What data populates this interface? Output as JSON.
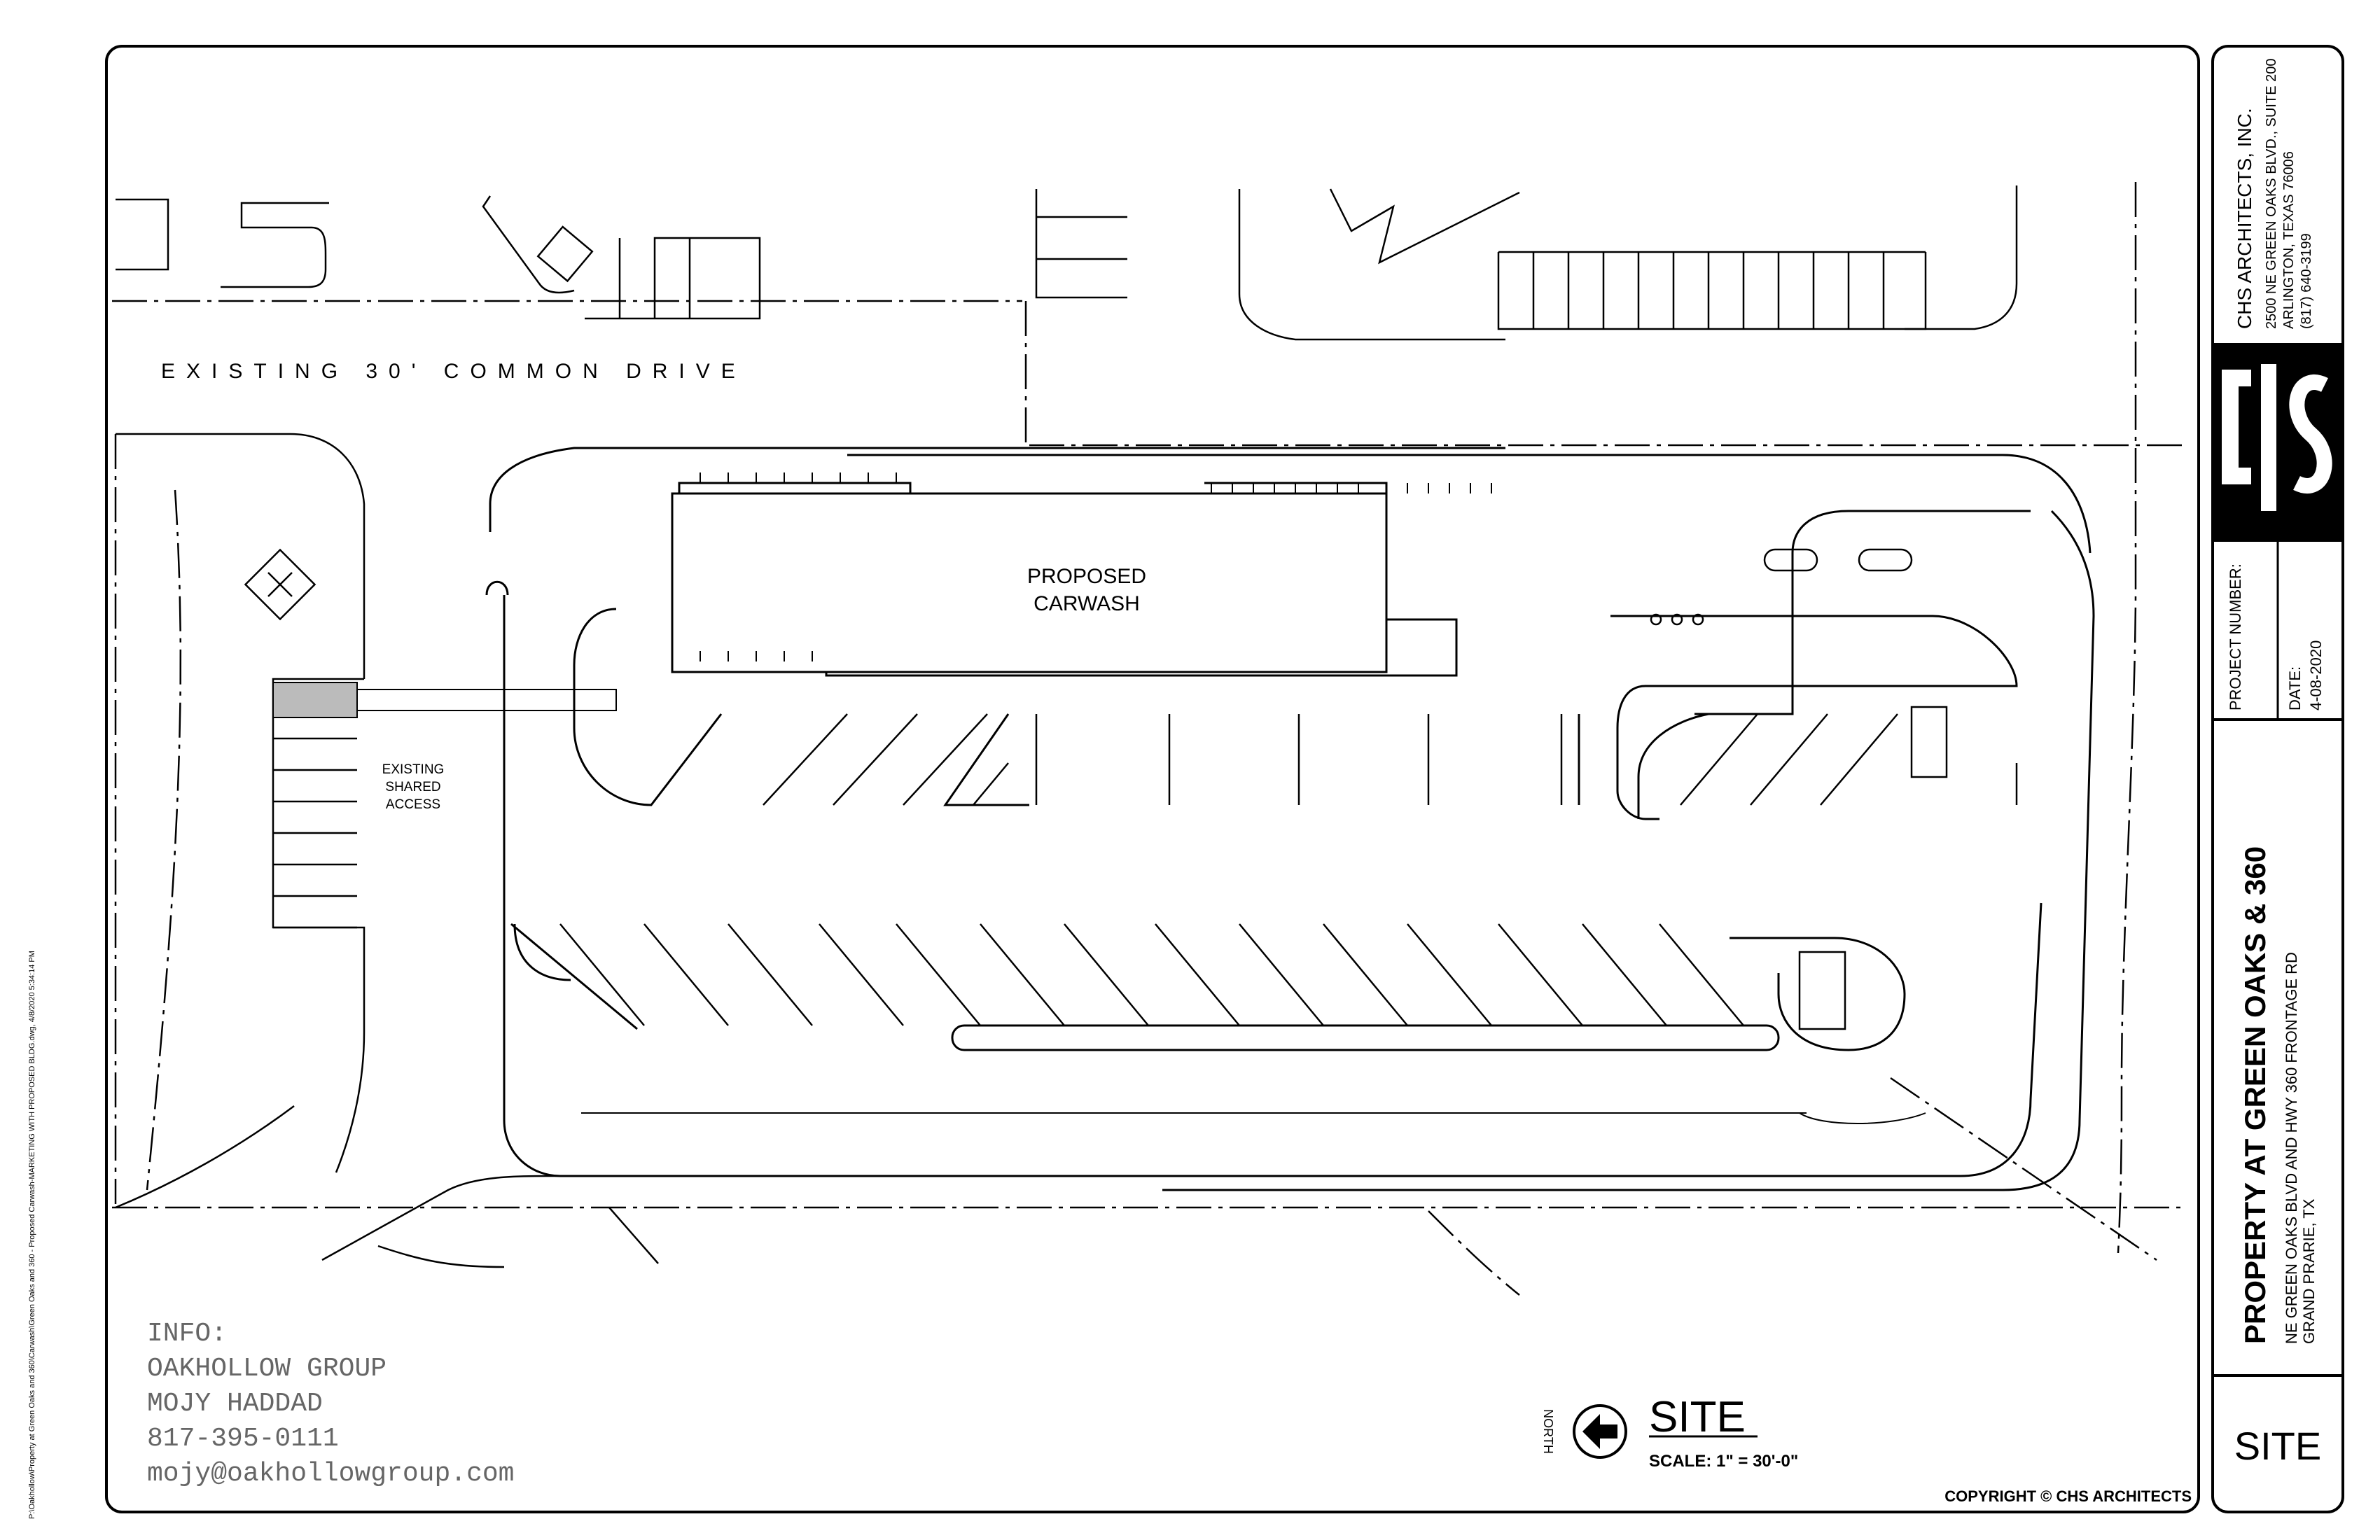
{
  "sheet": {
    "file_path": "P:\\Oakhollow\\Property at Green Oaks and 360\\Carwash\\Green Oaks and 360 - Proposed Carwash-MARKETING WITH PROPOSED BLDG.dwg, 4/8/2020 5:34:14 PM",
    "copyright": "COPYRIGHT © CHS ARCHITECTS"
  },
  "site": {
    "common_drive_label": "EXISTING 30' COMMON DRIVE",
    "building_label_line1": "PROPOSED",
    "building_label_line2": "CARWASH",
    "access_label_line1": "EXISTING",
    "access_label_line2": "SHARED",
    "access_label_line3": "ACCESS",
    "north_label": "NORTH",
    "title": "SITE",
    "scale": "SCALE: 1\" = 30'-0\""
  },
  "info": {
    "heading": "INFO:",
    "company": "OAKHOLLOW GROUP",
    "contact": "MOJY HADDAD",
    "phone": "817-395-0111",
    "email": "mojy@oakhollowgroup.com"
  },
  "title_block": {
    "firm_name": "CHS ARCHITECTS, INC.",
    "address1": "2500 NE GREEN OAKS BLVD., SUITE 200",
    "address2": "ARLINGTON, TEXAS 76006",
    "phone": "(817) 640-3199",
    "logo_text": "CHS",
    "project_number_label": "PROJECT NUMBER:",
    "date_label": "DATE:",
    "date": "4-08-2020",
    "project_title": "PROPERTY AT GREEN OAKS & 360",
    "project_address1": "NE GREEN OAKS BLVD AND HWY 360 FRONTAGE RD",
    "project_address2": "GRAND PRARIE, TX",
    "sheet_name": "SITE"
  }
}
